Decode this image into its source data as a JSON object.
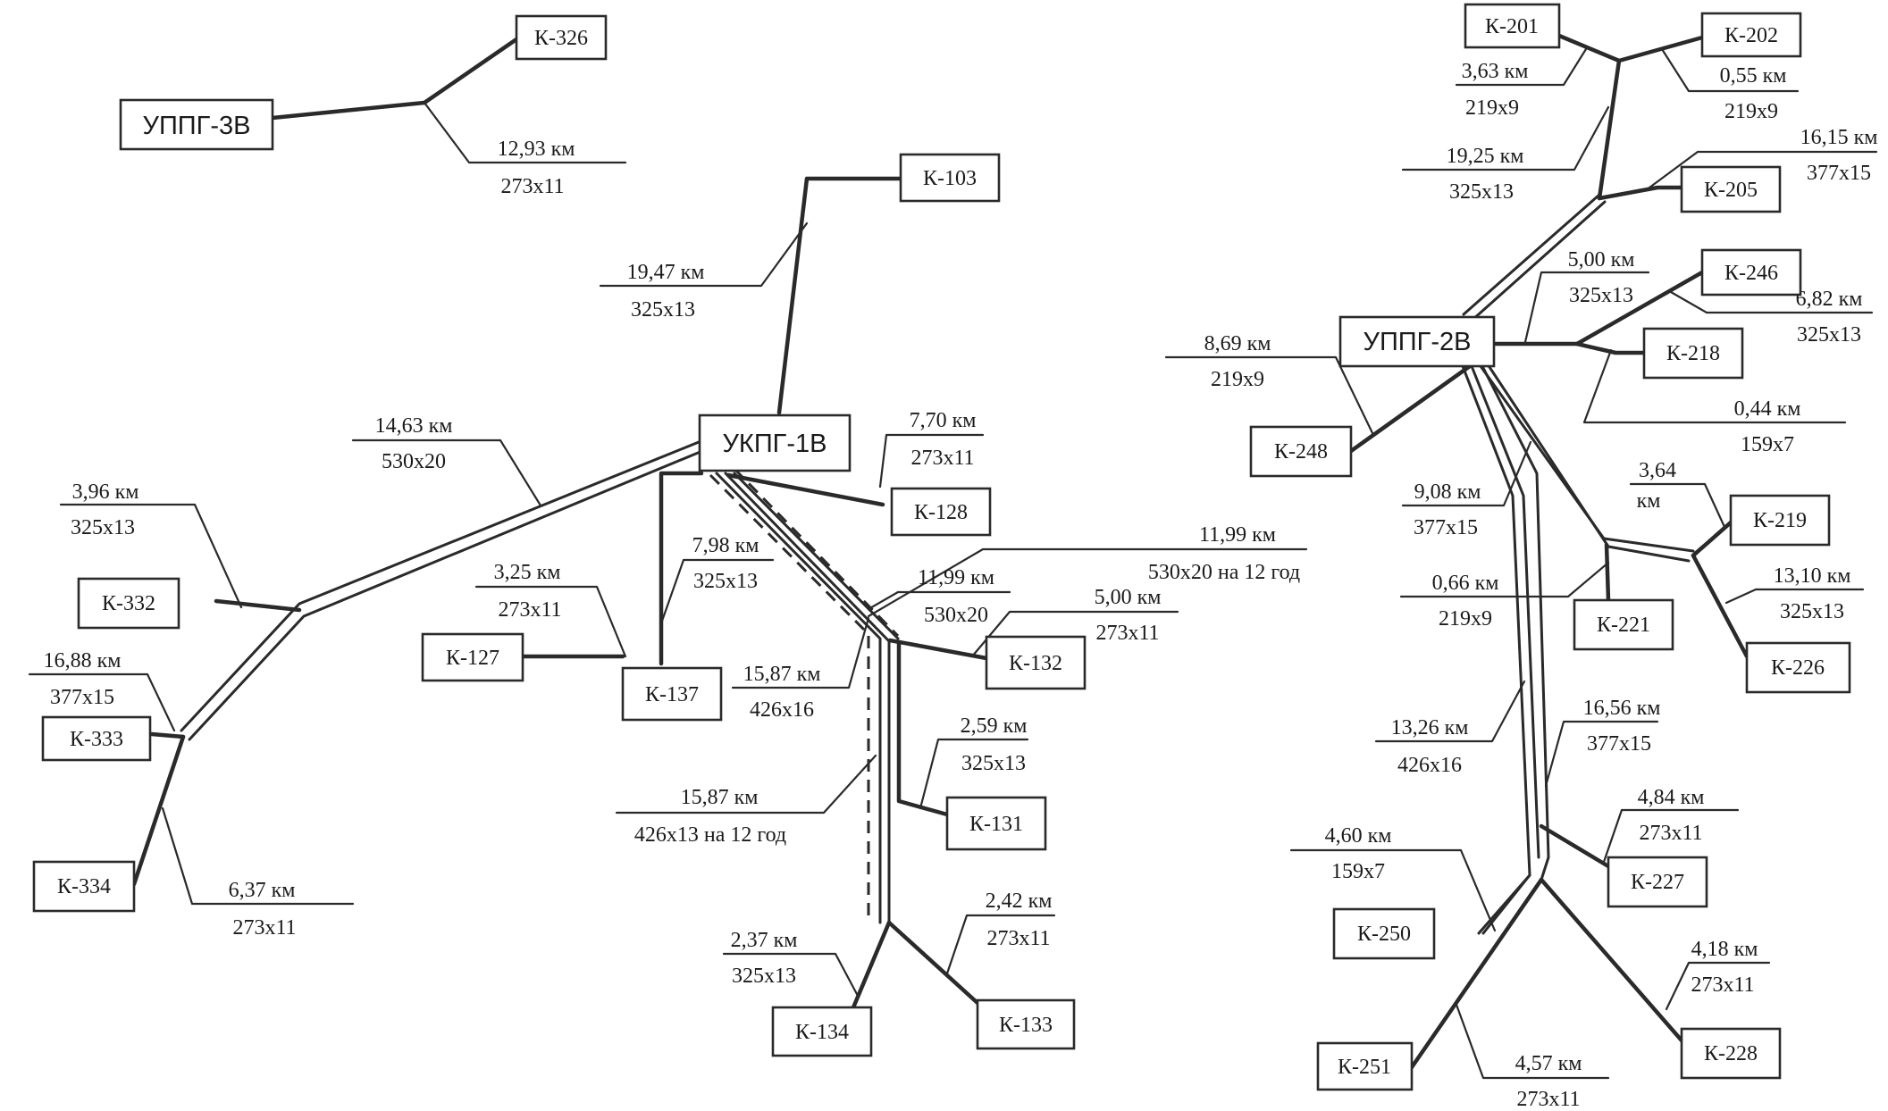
{
  "nodes": {
    "uppg_3v": "УППГ-3В",
    "ukpg_1v": "УКПГ-1В",
    "uppg_2v": "УППГ-2В",
    "k326": "К-326",
    "k103": "К-103",
    "k128": "К-128",
    "k137": "К-137",
    "k127": "К-127",
    "k132": "К-132",
    "k131": "К-131",
    "k134": "К-134",
    "k133": "К-133",
    "k332": "К-332",
    "k333": "К-333",
    "k334": "К-334",
    "k201": "К-201",
    "k202": "К-202",
    "k205": "К-205",
    "k246": "К-246",
    "k218": "К-218",
    "k248": "К-248",
    "k219": "К-219",
    "k221": "К-221",
    "k226": "К-226",
    "k227": "К-227",
    "k250": "К-250",
    "k251": "К-251",
    "k228": "К-228"
  },
  "labels": {
    "l_k326_len": "12,93 км",
    "l_k326_d": "273х11",
    "l_k103_len": "19,47 км",
    "l_k103_d": "325х13",
    "l_main_len": "14,63 км",
    "l_main_d": "530х20",
    "l_k332_len": "3,96 км",
    "l_k332_d": "325х13",
    "l_k333_len": "16,88 км",
    "l_k333_d": "377х15",
    "l_k334_len": "6,37 км",
    "l_k334_d": "273х11",
    "l_k128_len": "7,70 км",
    "l_k128_d": "273х11",
    "l_k137_len": "7,98 км",
    "l_k137_d": "325х13",
    "l_k127_len": "3,25 км",
    "l_k127_d": "273х11",
    "l_future1_len": "11,99 км",
    "l_future1_d": "530х20 на 12 год",
    "l_k132main_len": "11,99 км",
    "l_k132main_d": "530х20",
    "l_k132_len": "5,00 км",
    "l_k132_d": "273х11",
    "l_trunk_len": "15,87 км",
    "l_trunk_d": "426х16",
    "l_future2_len": "15,87 км",
    "l_future2_d": "426х13 на 12 год",
    "l_k131_len": "2,59 км",
    "l_k131_d": "325х13",
    "l_k134_len": "2,37 км",
    "l_k134_d": "325х13",
    "l_k133_len": "2,42 км",
    "l_k133_d": "273х11",
    "l_k201_len": "3,63 км",
    "l_k201_d": "219х9",
    "l_k202_len": "0,55 км",
    "l_k202_d": "219х9",
    "l_trunkN_len": "19,25 км",
    "l_trunkN_d": "325х13",
    "l_k205_len": "16,15 км",
    "l_k205_d": "377х15",
    "l_k246_len": "5,00 км",
    "l_k246_d": "325х13",
    "l_k246b_len": "6,82 км",
    "l_k246b_d": "325х13",
    "l_k218_len": "0,44 км",
    "l_k218_d": "159х7",
    "l_k248_len": "8,69 км",
    "l_k248_d": "219х9",
    "l_k219_len": "3,64",
    "l_k219_unit": "км",
    "l_trunkE_len": "9,08 км",
    "l_trunkE_d": "377х15",
    "l_k221_len": "0,66 км",
    "l_k221_d": "219х9",
    "l_k226_len": "13,10 км",
    "l_k226_d": "325х13",
    "l_trunkS_len": "13,26 км",
    "l_trunkS_d": "426х16",
    "l_trunkS2_len": "16,56 км",
    "l_trunkS2_d": "377х15",
    "l_k227_len": "4,84 км",
    "l_k227_d": "273х11",
    "l_k250_len": "4,60 км",
    "l_k250_d": "159х7",
    "l_k228_len": "4,18 км",
    "l_k228_d": "273х11",
    "l_k251_len": "4,57 км",
    "l_k251_d": "273х11"
  }
}
